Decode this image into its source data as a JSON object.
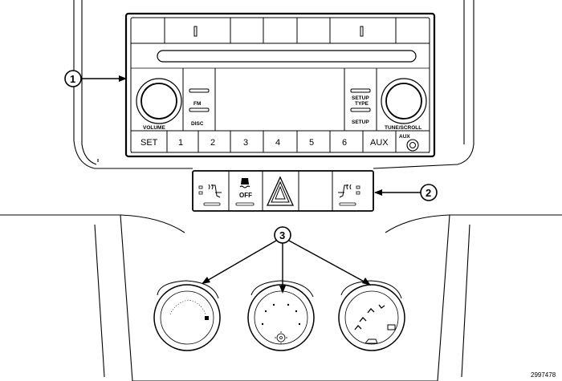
{
  "radio": {
    "left_knob_label": "VOLUME",
    "fm_label": "FM",
    "disc_label": "DISC",
    "setup_type_label_line1": "SETUP",
    "setup_type_label_line2": "TYPE",
    "setup_label": "SETUP",
    "right_knob_label": "TUNE/SCROLL",
    "aux_jack_label": "AUX",
    "preset_buttons": [
      "SET",
      "1",
      "2",
      "3",
      "4",
      "5",
      "6",
      "AUX"
    ]
  },
  "switch_bank": {
    "traction_off_label": "OFF"
  },
  "callouts": [
    "1",
    "2",
    "3"
  ],
  "figure_id": "2997478"
}
